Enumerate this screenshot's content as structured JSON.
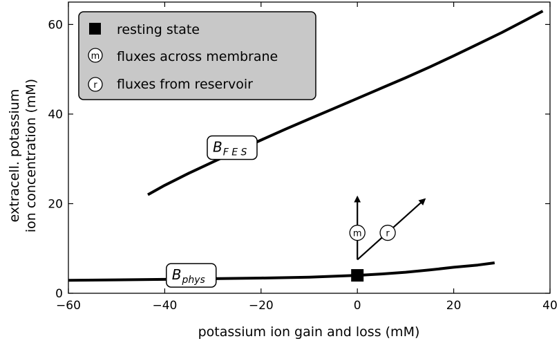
{
  "chart_data": {
    "type": "line",
    "xlabel": "potassium ion gain and loss (mM)",
    "ylabel_lines": [
      "extracell. potassium",
      "ion concentration (mM)"
    ],
    "xlim": [
      -60,
      40
    ],
    "ylim": [
      0,
      65
    ],
    "xticks": [
      -60,
      -40,
      -20,
      0,
      20,
      40
    ],
    "yticks": [
      0,
      20,
      40,
      60
    ],
    "x_tick_labels": [
      "−60",
      "−40",
      "−20",
      "0",
      "20",
      "40"
    ],
    "y_tick_labels": [
      "0",
      "20",
      "40",
      "60"
    ],
    "grid": false,
    "legend": {
      "placement": "top-left",
      "background": "#c8c8c8",
      "entries": [
        {
          "marker": "square",
          "label": "resting state"
        },
        {
          "marker": "circle",
          "letter": "m",
          "label": "fluxes across membrane"
        },
        {
          "marker": "circle",
          "letter": "r",
          "label": "fluxes from reservoir"
        }
      ]
    },
    "series": [
      {
        "name": "B_FES",
        "label_main": "B",
        "label_sub": "F E S",
        "label_at": {
          "x": -26,
          "y": 32.5
        },
        "x": [
          -43.5,
          -40,
          -35,
          -30,
          -25,
          -20,
          -15,
          -10,
          -5,
          0,
          5,
          10,
          15,
          20,
          25,
          30,
          35,
          38.5
        ],
        "y": [
          22,
          24.1,
          26.8,
          29.3,
          31.8,
          34.2,
          36.6,
          38.9,
          41.2,
          43.5,
          45.8,
          48.1,
          50.5,
          53.0,
          55.6,
          58.2,
          61.0,
          63.0
        ]
      },
      {
        "name": "B_phys",
        "label_main": "B",
        "label_sub": "phys",
        "label_at": {
          "x": -34.5,
          "y": 4.0
        },
        "x": [
          -60,
          -50,
          -40,
          -30,
          -20,
          -10,
          0,
          5,
          10,
          15,
          20,
          25,
          28.5
        ],
        "y": [
          2.9,
          3.0,
          3.1,
          3.25,
          3.4,
          3.6,
          4.0,
          4.3,
          4.7,
          5.2,
          5.8,
          6.3,
          6.8
        ]
      }
    ],
    "resting_state": {
      "x": 0,
      "y": 4.0
    },
    "flux_arrows": [
      {
        "letter": "m",
        "from": {
          "x": 0,
          "y": 7.5
        },
        "to": {
          "x": 0,
          "y": 21.5
        },
        "label_at": {
          "x": 0,
          "y": 13.5
        }
      },
      {
        "letter": "r",
        "from": {
          "x": 0,
          "y": 7.5
        },
        "to": {
          "x": 14,
          "y": 21
        },
        "label_at": {
          "x": 6.3,
          "y": 13.5
        }
      }
    ],
    "colors": {
      "line": "#000000",
      "legend_bg": "#c8c8c8",
      "marker": "#000000"
    }
  }
}
